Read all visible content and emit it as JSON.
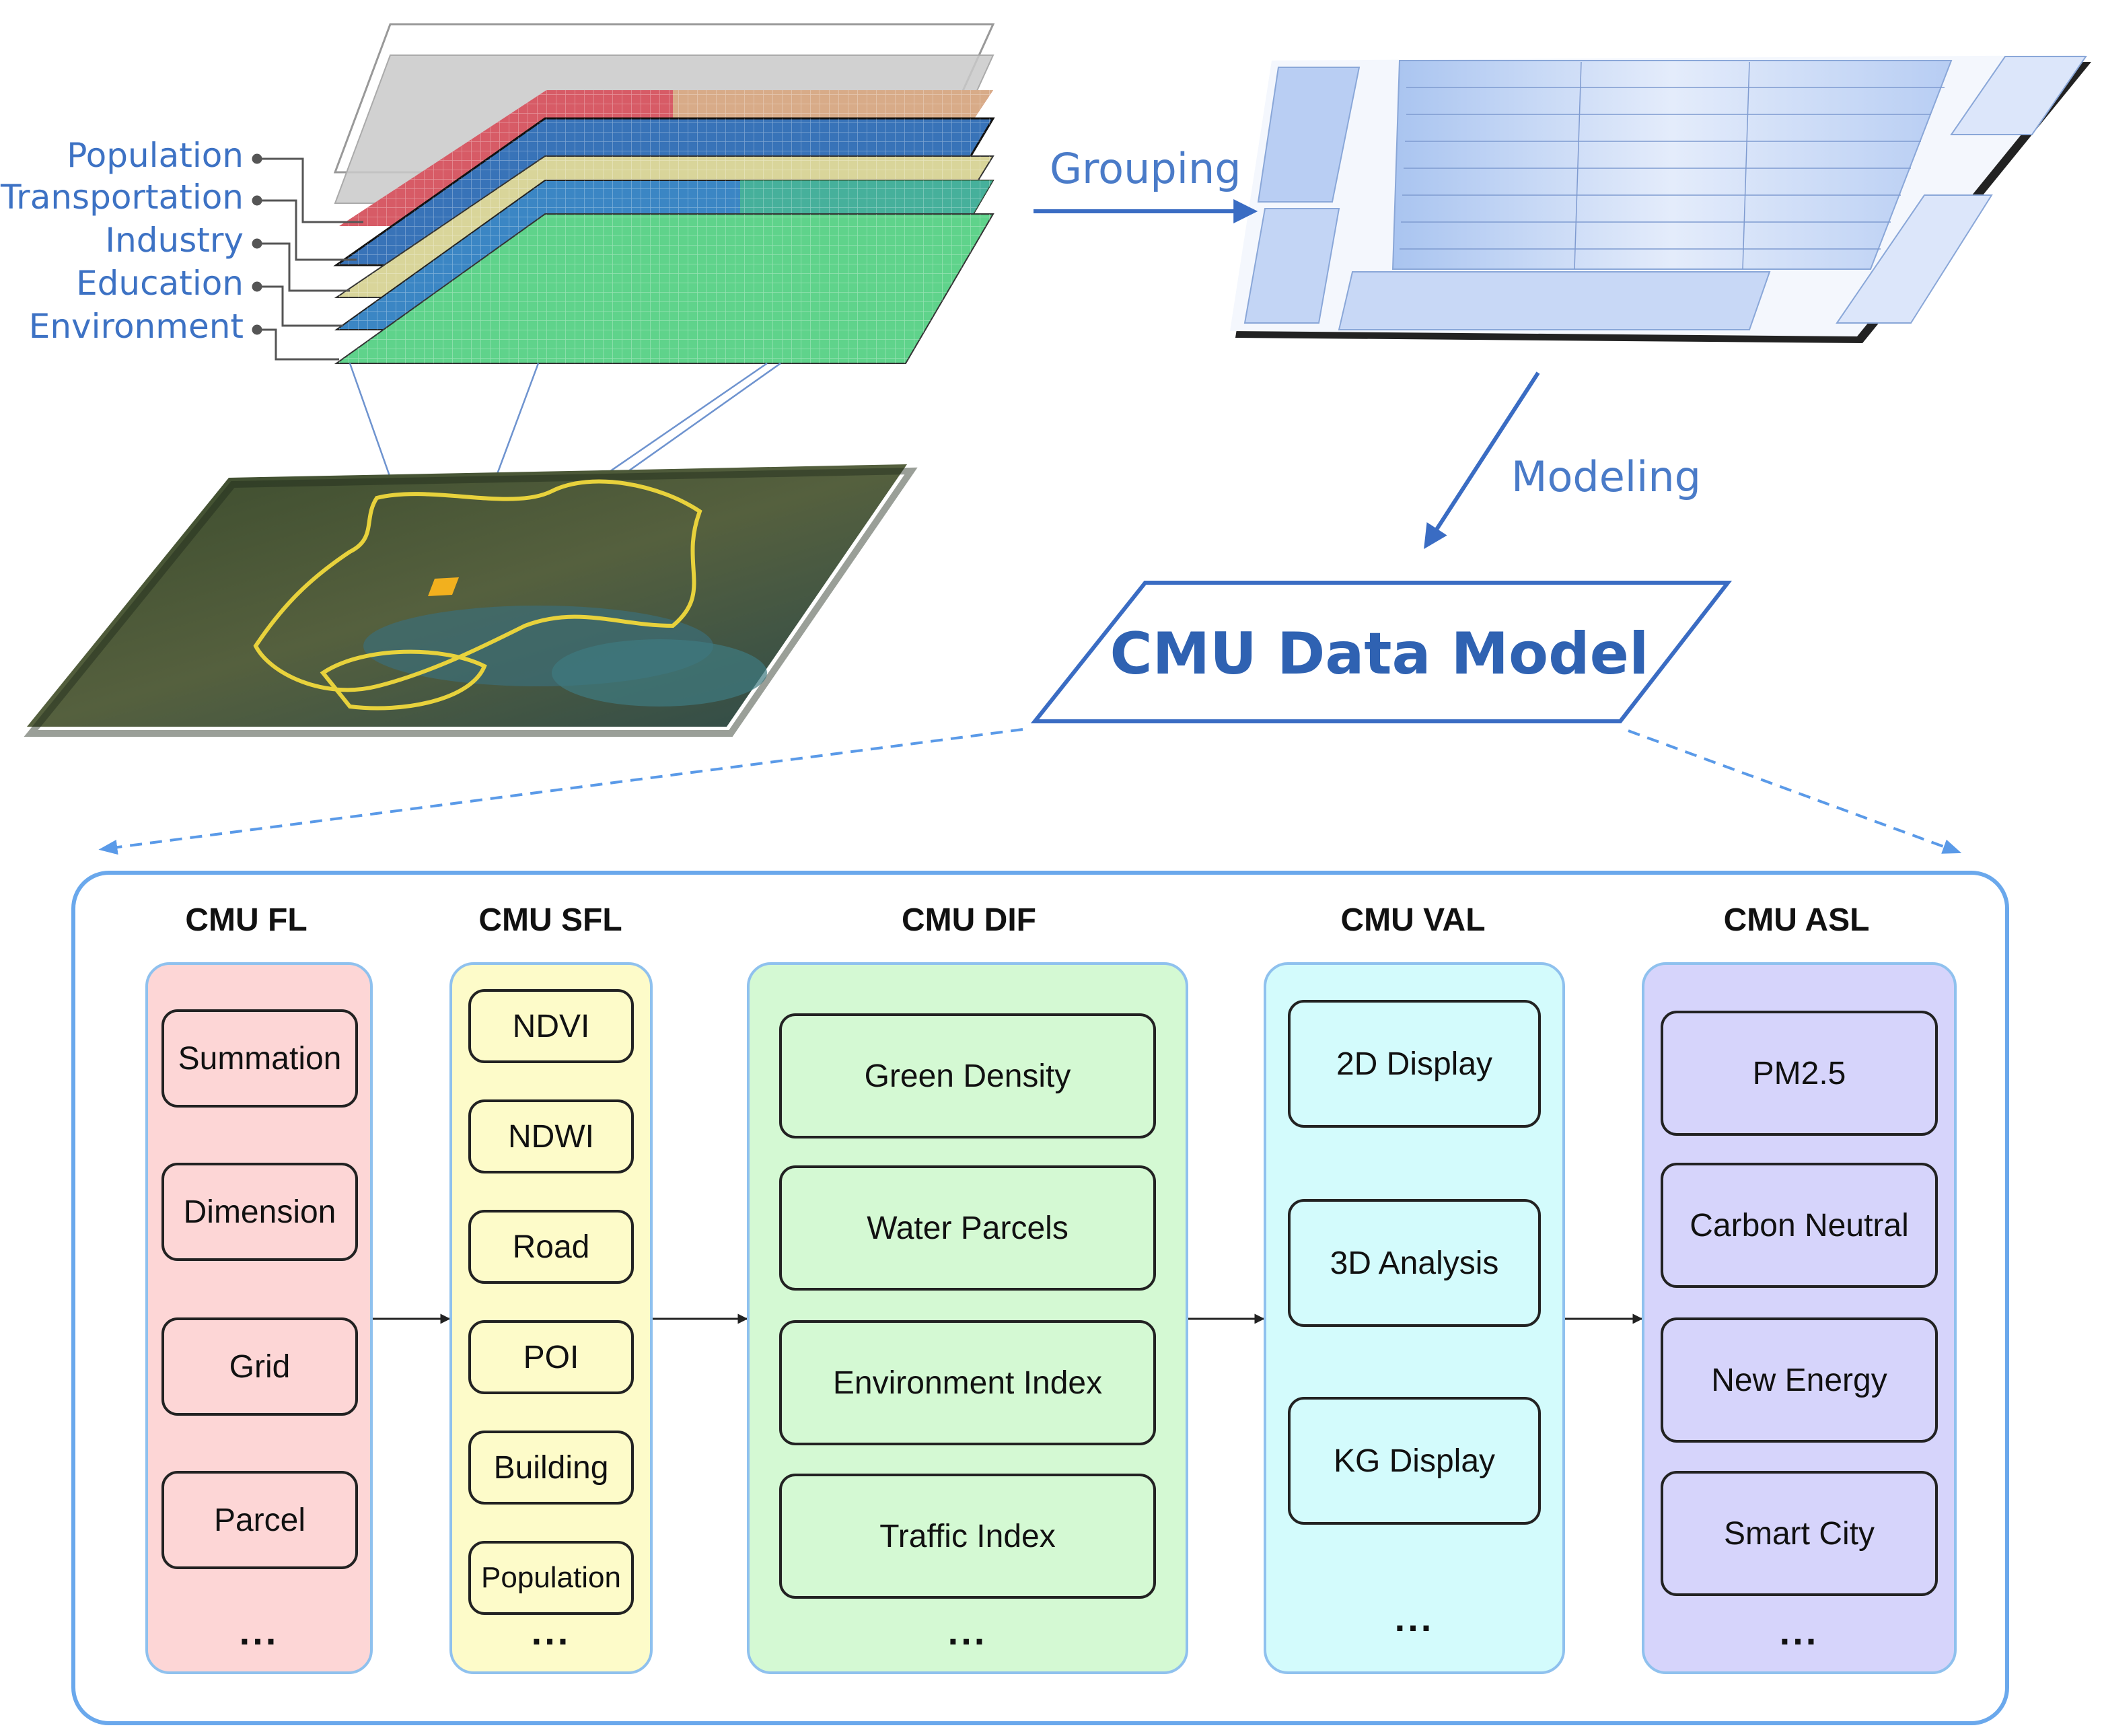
{
  "layers": {
    "labels": [
      "Population",
      "Transportation",
      "Industry",
      "Education",
      "Environment"
    ]
  },
  "arrows": {
    "grouping": "Grouping",
    "modeling": "Modeling"
  },
  "model": {
    "title": "CMU Data Model"
  },
  "colors": {
    "accent": "#2f62b2",
    "panel_border": "#6aa8ec",
    "col_border": "#8fc1ee",
    "fl_bg": "#fdd6d6",
    "sfl_bg": "#fdfbc9",
    "dif_bg": "#d4f9d3",
    "val_bg": "#d3fbfc",
    "asl_bg": "#d6d4fb"
  },
  "columns": [
    {
      "key": "fl",
      "title": "CMU FL",
      "items": [
        "Summation",
        "Dimension",
        "Grid",
        "Parcel"
      ],
      "more": "..."
    },
    {
      "key": "sfl",
      "title": "CMU SFL",
      "items": [
        "NDVI",
        "NDWI",
        "Road",
        "POI",
        "Building",
        "Population"
      ],
      "more": "..."
    },
    {
      "key": "dif",
      "title": "CMU DIF",
      "items": [
        "Green Density",
        "Water Parcels",
        "Environment Index",
        "Traffic Index"
      ],
      "more": "..."
    },
    {
      "key": "val",
      "title": "CMU VAL",
      "items": [
        "2D Display",
        "3D Analysis",
        "KG Display"
      ],
      "more": "..."
    },
    {
      "key": "asl",
      "title": "CMU ASL",
      "items": [
        "PM2.5",
        "Carbon Neutral",
        "New Energy",
        "Smart City"
      ],
      "more": "..."
    }
  ]
}
